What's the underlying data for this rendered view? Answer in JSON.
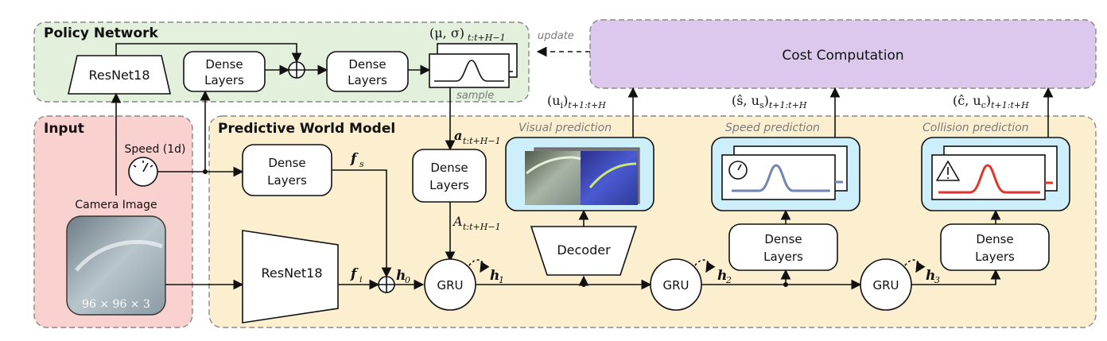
{
  "colors": {
    "policy_bg": "#e3f0dc",
    "input_bg": "#f9d1cf",
    "world_bg": "#fbefcf",
    "cost_bg": "#dcc8ec",
    "pred_bg": "#cdeefb",
    "speed_curve": "#6f86b5",
    "collision_curve": "#e0342c"
  },
  "regions": {
    "policy": "Policy Network",
    "input": "Input",
    "world": "Predictive World Model"
  },
  "policy": {
    "resnet": "ResNet18",
    "dense1": [
      "Dense",
      "Layers"
    ],
    "dense2": [
      "Dense",
      "Layers"
    ],
    "mu_sigma": "(μ, σ)",
    "mu_sigma_sub": "t:t+H−1",
    "sample": "sample",
    "update": "update"
  },
  "input": {
    "speed": "Speed (1d)",
    "camera": "Camera Image",
    "image_size": "96 × 96 × 3",
    "speed_icon": "speedometer-icon"
  },
  "world": {
    "dense_fs": [
      "Dense",
      "Layers"
    ],
    "fs": "f",
    "fs_sub": "s",
    "resnet": "ResNet18",
    "fi": "f",
    "fi_sub": "i",
    "h0": "h",
    "h0_sub": "0",
    "h1": "h",
    "h1_sub": "1",
    "h2": "h",
    "h2_sub": "2",
    "h3": "h",
    "h3_sub": "3",
    "a": "a",
    "a_sub": "t:t+H−1",
    "A": "A",
    "A_sub": "t:t+H−1",
    "dense_action": [
      "Dense",
      "Layers"
    ],
    "gru": "GRU",
    "decoder": "Decoder",
    "dense_speed": [
      "Dense",
      "Layers"
    ],
    "dense_collision": [
      "Dense",
      "Layers"
    ]
  },
  "predictions": {
    "visual": "Visual prediction",
    "speed": "Speed prediction",
    "collision": "Collision prediction",
    "visual_out": "(u",
    "visual_out_i": "i",
    "visual_out_tail": ")",
    "visual_out_sub": "t+1:t+H",
    "speed_out": "(ŝ, u",
    "speed_out_s": "s",
    "speed_out_tail": ")",
    "speed_out_sub": "t+1:t+H",
    "collision_out": "(ĉ, u",
    "collision_out_c": "c",
    "collision_out_tail": ")",
    "collision_out_sub": "t+1:t+H",
    "speed_icon": "speedometer-icon",
    "collision_icon": "warning-icon"
  },
  "cost": {
    "label": "Cost Computation"
  }
}
